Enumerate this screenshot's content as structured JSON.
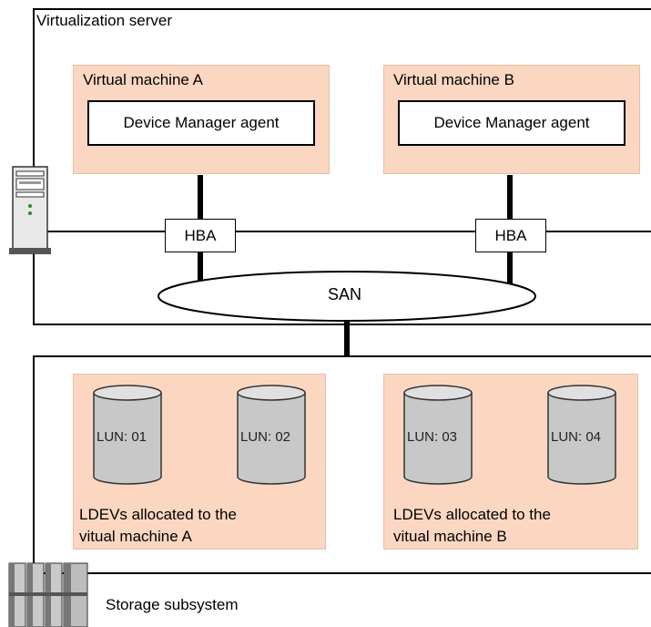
{
  "diagram": {
    "server_label": "Virtualization server",
    "vm_a": {
      "title": "Virtual machine A",
      "agent": "Device Manager agent",
      "hba": "HBA"
    },
    "vm_b": {
      "title": "Virtual machine B",
      "agent": "Device Manager agent",
      "hba": "HBA"
    },
    "san_label": "SAN",
    "ldev_group_a": {
      "luns": [
        "LUN: 01",
        "LUN: 02"
      ],
      "caption_line1": "LDEVs allocated to the",
      "caption_line2": "vitual machine A"
    },
    "ldev_group_b": {
      "luns": [
        "LUN: 03",
        "LUN: 04"
      ],
      "caption_line1": "LDEVs allocated to the",
      "caption_line2": "vitual machine B"
    },
    "storage_label": "Storage subsystem"
  }
}
